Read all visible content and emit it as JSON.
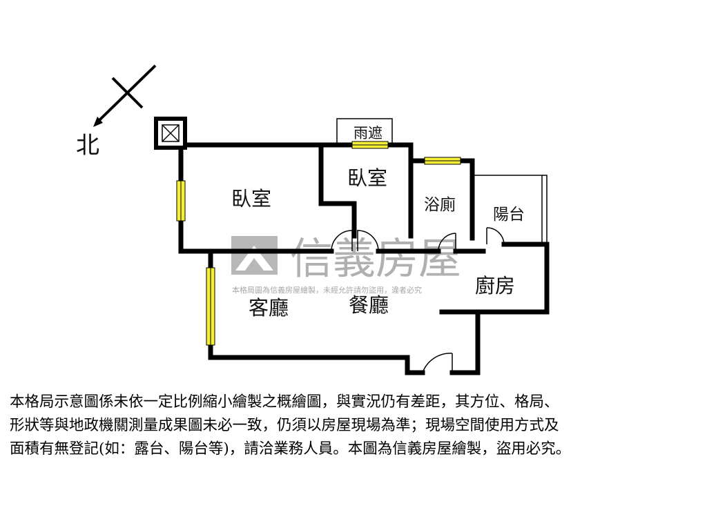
{
  "compass": {
    "north_label": "北"
  },
  "rooms": {
    "bedroom_1": "臥室",
    "bedroom_2": "臥室",
    "canopy": "雨遮",
    "bathroom": "浴廁",
    "balcony": "陽台",
    "kitchen": "廚房",
    "living_room": "客廳",
    "dining_room": "餐廳"
  },
  "watermark": {
    "brand": "信義房屋",
    "notice": "本格局圖為信義房屋繪製，未經允許請勿盜用，違者必究",
    "color": "#9a9a9a"
  },
  "disclaimer": {
    "line1": "本格局示意圖係未依一定比例縮小繪製之概繪圖，與實況仍有差距，其方位、格局、",
    "line2": "形狀等與地政機關測量成果圖未必一致，仍須以房屋現場為準；現場空間使用方式及",
    "line3": "面積有無登記(如：露台、陽台等)，請洽業務人員。本圖為信義房屋繪製，盜用必究。"
  },
  "colors": {
    "wall": "#000000",
    "window": "#f5ef3a"
  }
}
